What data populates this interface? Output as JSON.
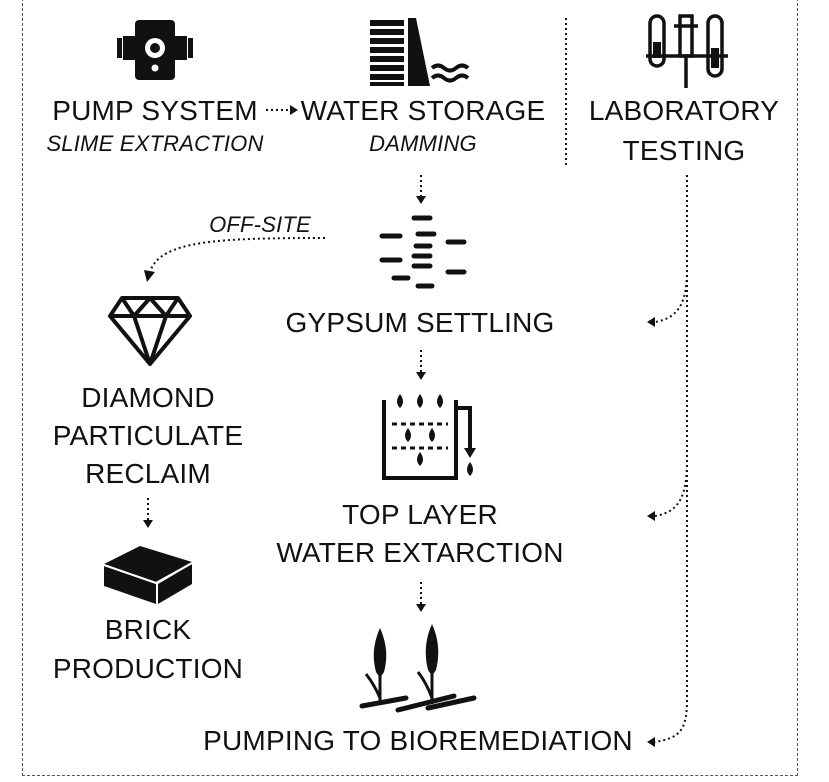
{
  "nodes": {
    "pump": {
      "title": "PUMP SYSTEM",
      "subtitle": "SLIME EXTRACTION",
      "icon": "pump-icon"
    },
    "storage": {
      "title": "WATER STORAGE",
      "subtitle": "DAMMING",
      "icon": "dam-icon"
    },
    "lab": {
      "line1": "LABORATORY",
      "line2": "TESTING",
      "icon": "test-tubes-icon"
    },
    "gypsum": {
      "title": "GYPSUM SETTLING",
      "icon": "settling-layers-icon"
    },
    "diamond": {
      "line1": "DIAMOND",
      "line2": "PARTICULATE",
      "line3": "RECLAIM",
      "icon": "diamond-icon"
    },
    "toplayer": {
      "line1": "TOP LAYER",
      "line2": "WATER EXTARCTION",
      "icon": "tank-drops-icon"
    },
    "brick": {
      "line1": "BRICK",
      "line2": "PRODUCTION",
      "icon": "brick-icon"
    },
    "bio": {
      "title": "PUMPING TO BIOREMEDIATION",
      "icon": "reeds-icon"
    }
  },
  "edges": {
    "offsite_label": "OFF-SITE"
  },
  "colors": {
    "ink": "#111111",
    "border": "#555555"
  }
}
